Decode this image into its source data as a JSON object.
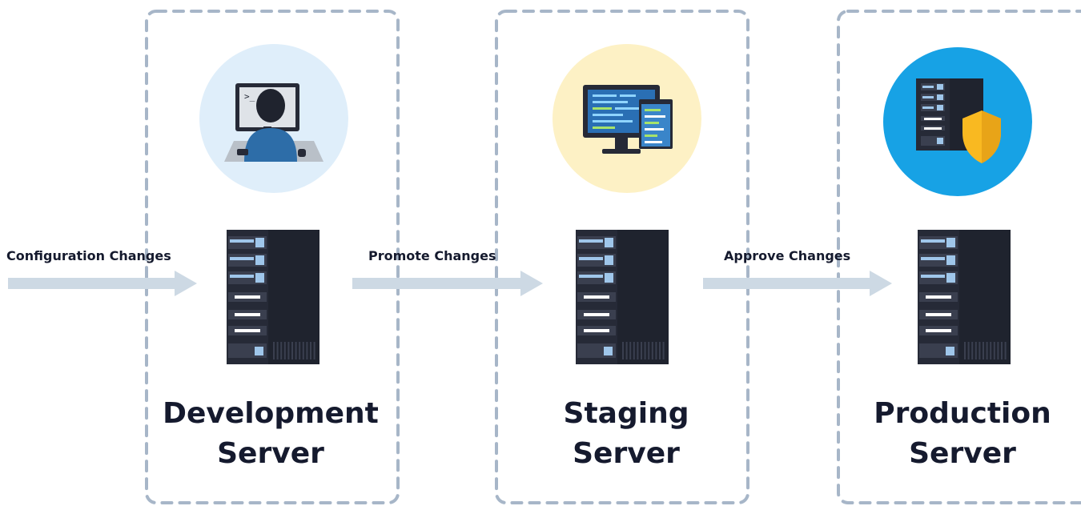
{
  "diagram": {
    "colors": {
      "box_dash": "#a7b6c8",
      "arrow": "#cdd9e4",
      "server_body": "#262a37",
      "server_side": "#1f232e",
      "server_accent": "#9fc6ea",
      "text": "#151a2e",
      "dev_circle": "#dfeefa",
      "staging_circle": "#fdf1c5",
      "production_circle": "#17a2e5",
      "shield": "#f9b921"
    },
    "stages": [
      {
        "name": "Development",
        "subtitle": "Server",
        "icon": "developer-at-computer-icon"
      },
      {
        "name": "Staging",
        "subtitle": "Server",
        "icon": "monitor-with-code-icon"
      },
      {
        "name": "Production",
        "subtitle": "Server",
        "icon": "server-with-shield-icon"
      }
    ],
    "arrows": [
      {
        "label": "Configuration Changes"
      },
      {
        "label": "Promote Changes"
      },
      {
        "label": "Approve Changes"
      }
    ]
  }
}
